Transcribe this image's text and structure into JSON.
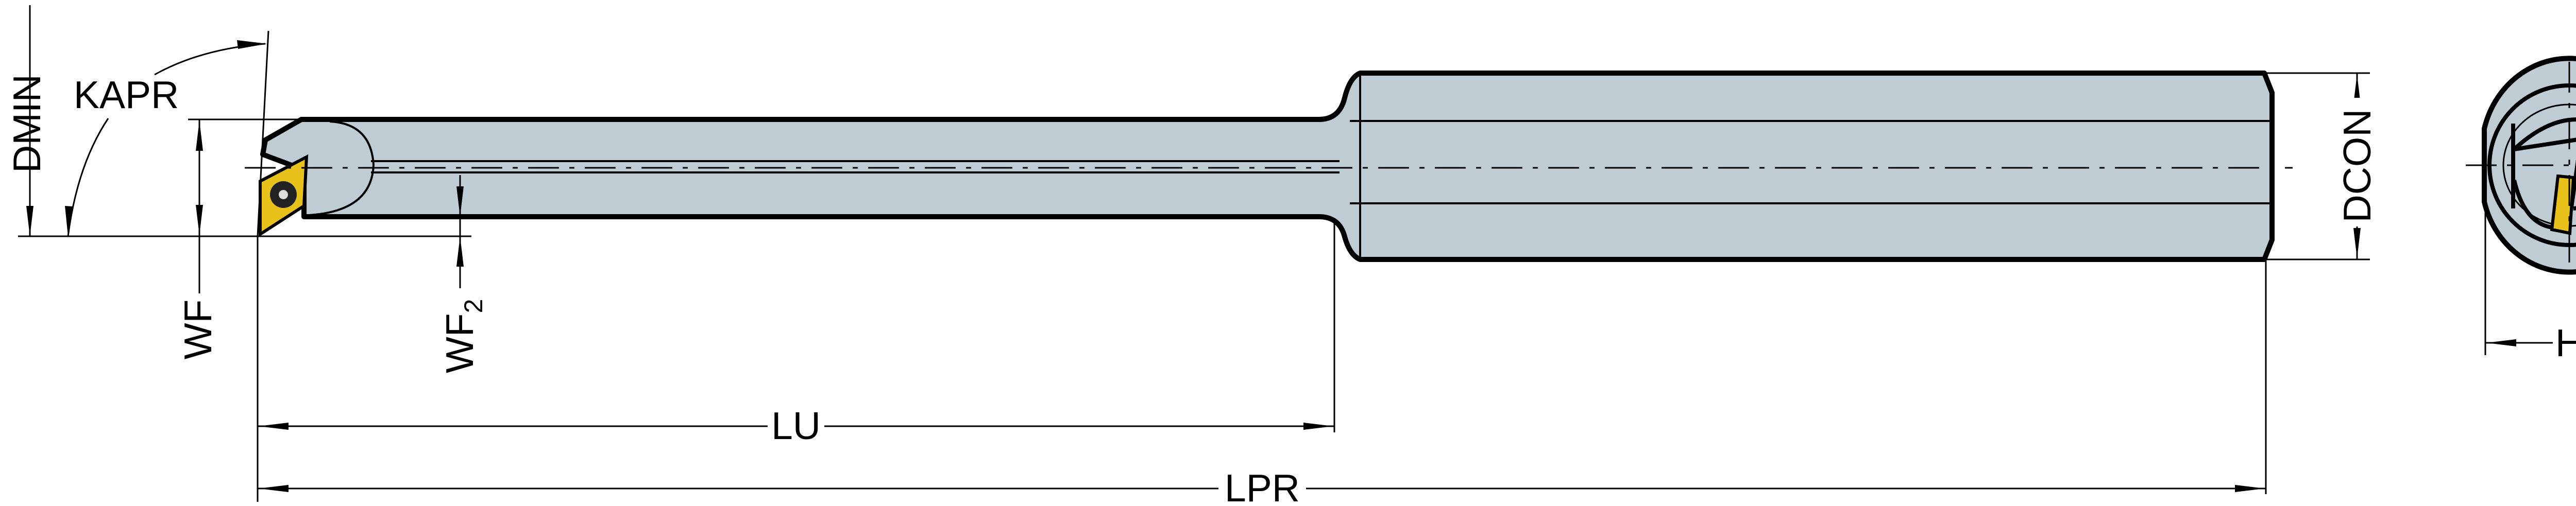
{
  "labels": {
    "dmin": "DMIN",
    "kapr": "KAPR",
    "wf": "WF",
    "wf2_main": "WF",
    "wf2_sub": "2",
    "lu": "LU",
    "lpr": "LPR",
    "dcon": "DCON",
    "h": "H"
  },
  "colors": {
    "body": "#c0ccd4",
    "insert": "#e8c21a",
    "line": "#000000"
  }
}
